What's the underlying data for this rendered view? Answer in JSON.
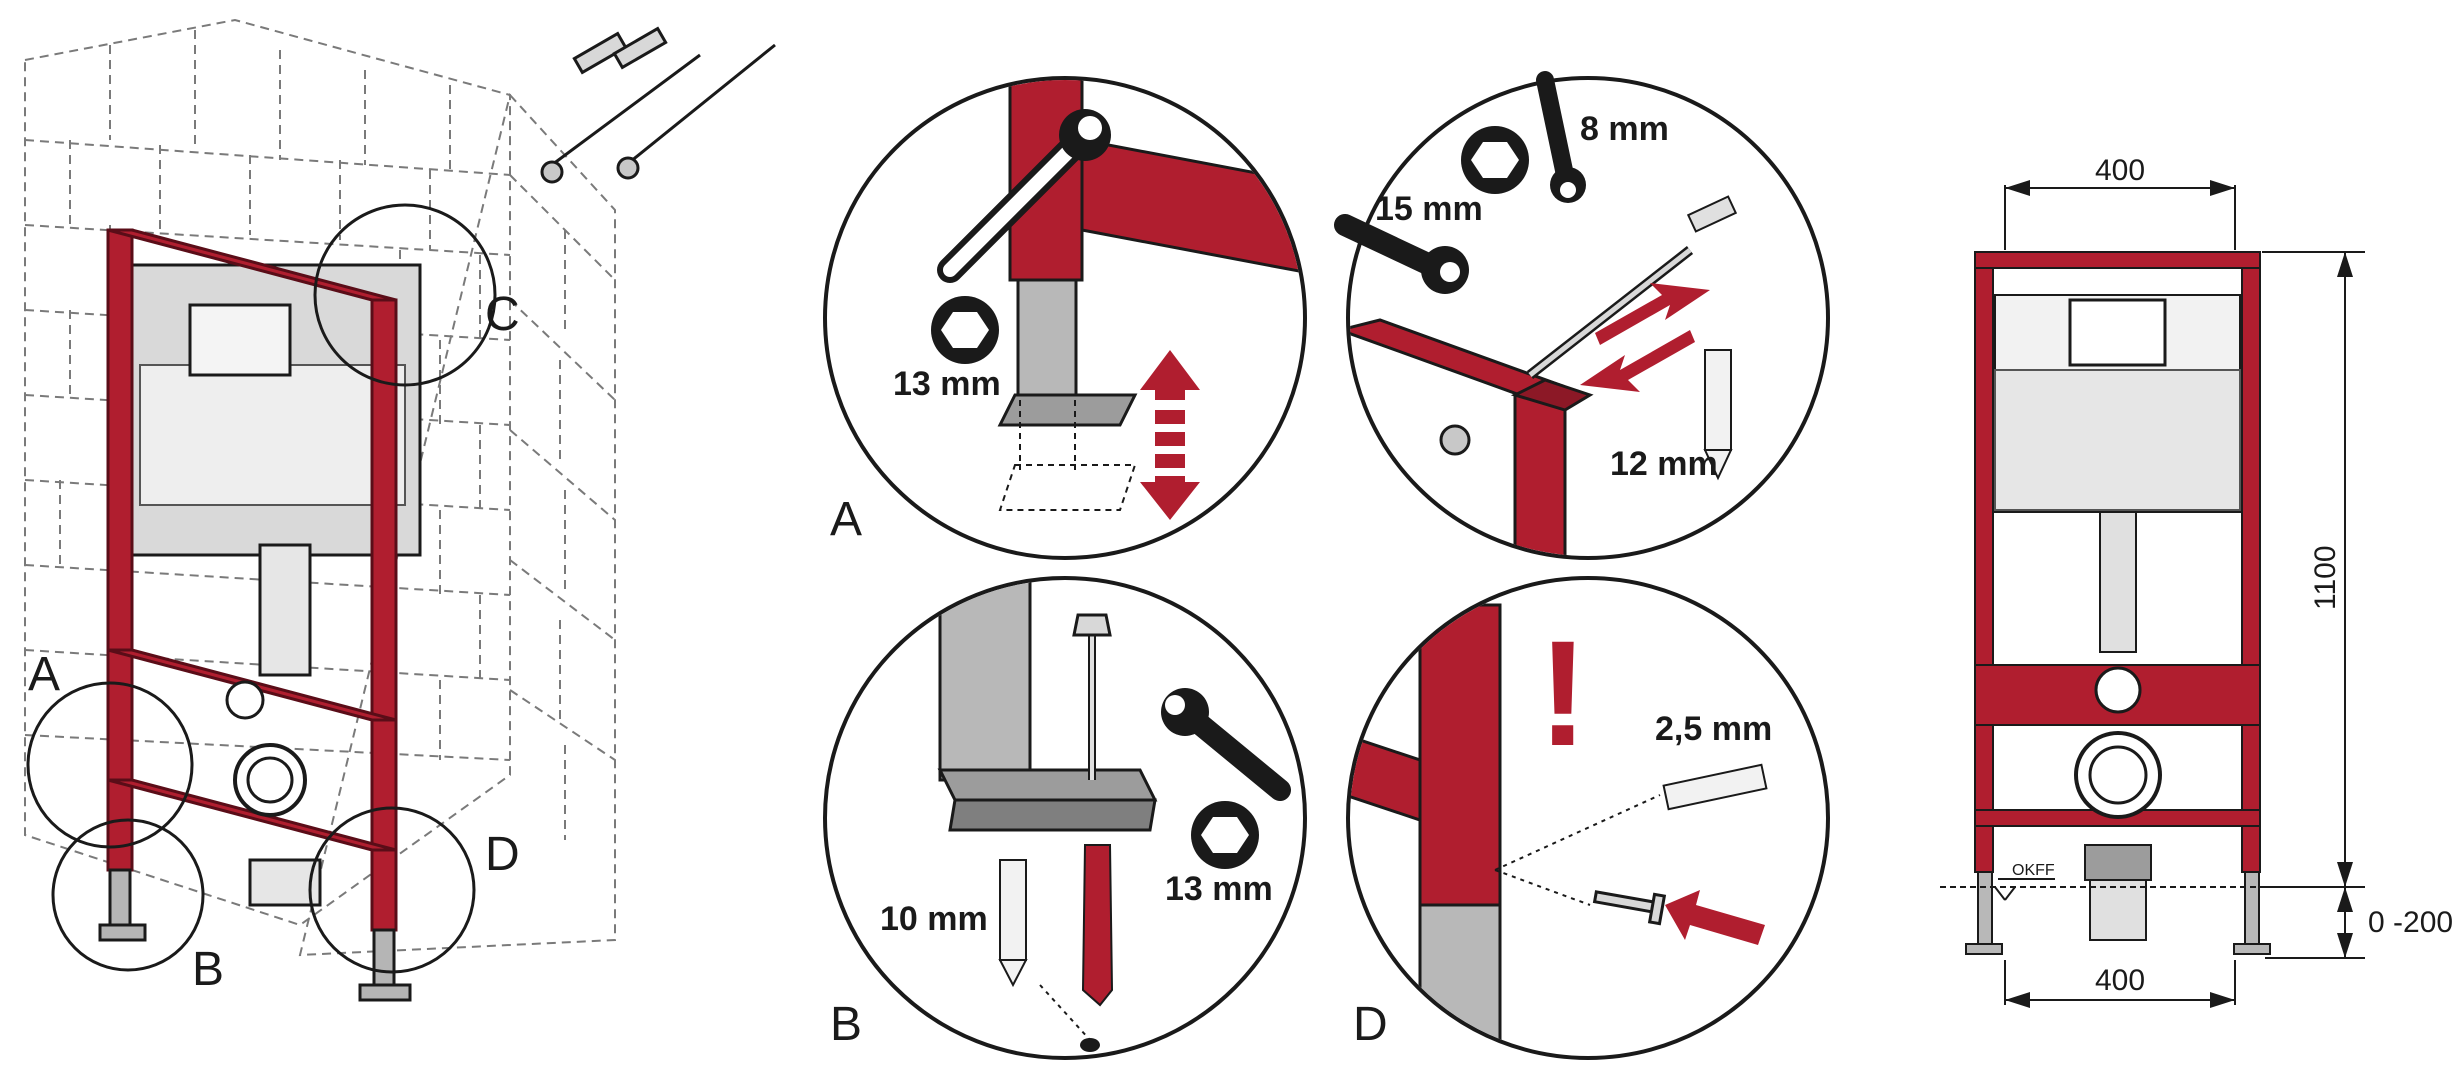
{
  "colors": {
    "frame_red": "#b01e2f",
    "frame_red_dark": "#7d1422",
    "steel": "#a0a0a0",
    "line": "#1a1a1a",
    "cistern": "#dcdcdc",
    "wall_dash": "#7a7a7a"
  },
  "overview": {
    "label_a": "A",
    "label_b": "B",
    "label_c": "C",
    "label_d": "D"
  },
  "detail_a": {
    "caption": "A",
    "wrench_size": "13 mm",
    "icons": [
      "hex-nut-icon",
      "open-wrench-icon",
      "up-down-arrow-icon"
    ]
  },
  "detail_c": {
    "wrench1_size": "15 mm",
    "wrench2_size": "8 mm",
    "drill_size": "12 mm",
    "icons": [
      "hex-nut-icon",
      "open-wrench-icon",
      "drill-bit-icon",
      "double-arrow-icon"
    ]
  },
  "detail_b": {
    "caption": "B",
    "drill_size": "10 mm",
    "wrench_size": "13 mm",
    "icons": [
      "hex-nut-icon",
      "open-wrench-icon",
      "drill-bit-icon",
      "wall-plug-icon"
    ]
  },
  "detail_d": {
    "caption": "D",
    "drill_size": "2,5 mm",
    "warning": "!",
    "icons": [
      "drill-bit-icon",
      "screw-icon",
      "push-arrow-icon"
    ]
  },
  "dimensions": {
    "top_width": "400",
    "bottom_width": "400",
    "height": "1100",
    "height_adjust": "0 -200",
    "floor_ref": "OKFF"
  }
}
